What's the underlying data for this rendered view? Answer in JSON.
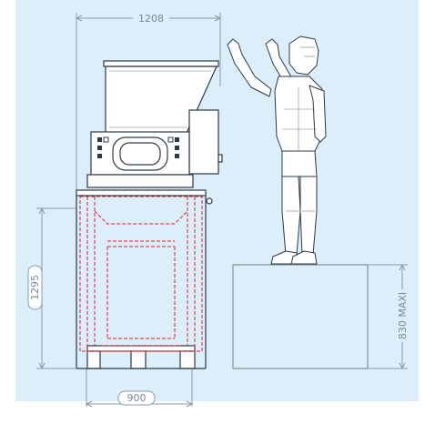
{
  "dimensions": {
    "width_label": "1208",
    "height_label": "1295",
    "base_label": "900",
    "platform_label": "830 MAXI"
  },
  "colors": {
    "background_panel": "#dbeefa",
    "line_dark": "#2c3a44",
    "line_red": "#e0202a",
    "dim_line": "#8c9aa6"
  }
}
